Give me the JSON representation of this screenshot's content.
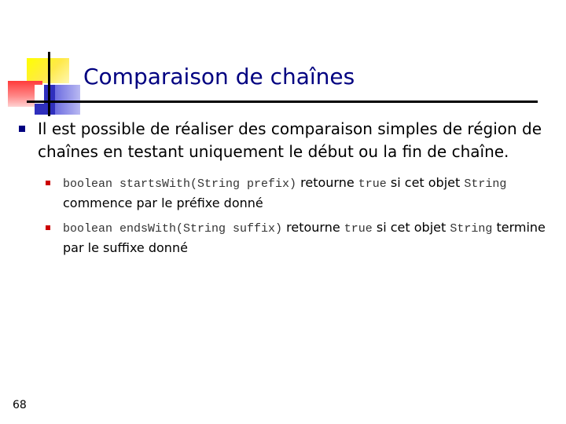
{
  "slide": {
    "title": "Comparaison de chaînes",
    "page_number": "68",
    "intro": "Il est possible de réaliser des comparaison simples de région de chaînes en testant uniquement le début ou la fin de chaîne.",
    "items": [
      {
        "signature": "boolean startsWith(String prefix)",
        "text_a": " retourne ",
        "code_a": "true",
        "text_b": " si cet objet ",
        "code_b": "String",
        "text_c": " commence par le préfixe donné"
      },
      {
        "signature": "boolean endsWith(String suffix)",
        "text_a": " retourne ",
        "code_a": "true",
        "text_b": " si cet objet ",
        "code_b": "String",
        "text_c": " termine par le suffixe donné"
      }
    ]
  },
  "colors": {
    "title": "#000080",
    "bullet_level1": "#000080",
    "bullet_level2": "#cc0000"
  }
}
